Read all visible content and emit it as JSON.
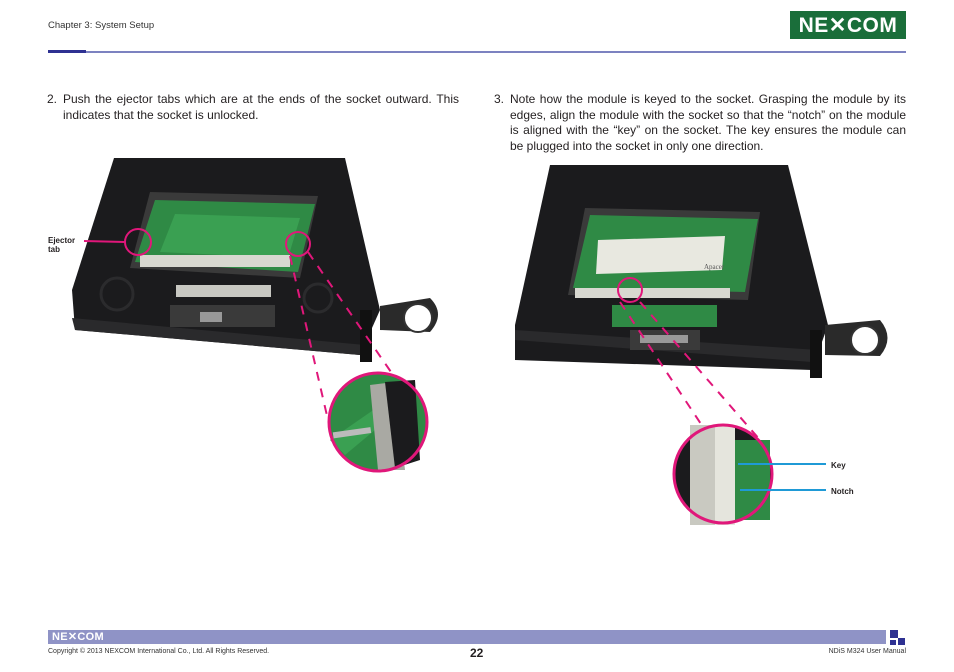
{
  "header": {
    "chapter": "Chapter 3: System Setup",
    "logo_text": "NE✕COM",
    "colors": {
      "rule": "#7c82c0",
      "brand_green": "#1a6e3a",
      "callout": "#e0177a",
      "key_line": "#1f9ad6"
    }
  },
  "steps": [
    {
      "num": "2.",
      "text": "Push the ejector tabs which are at the ends of the socket outward. This indicates that the socket is unlocked."
    },
    {
      "num": "3.",
      "text": "Note how the module is keyed to the socket. Grasping the module by its edges, align the module with the socket so that the “notch” on the module is aligned with the “key” on the socket. The key ensures the module can be plugged into the socket in only one direction."
    }
  ],
  "figure_left": {
    "callout_line1": "Ejector",
    "callout_line2": "tab"
  },
  "figure_right": {
    "module_label": "Apacer",
    "callout_key": "Key",
    "callout_notch": "Notch"
  },
  "footer": {
    "logo_text": "NE✕COM",
    "copyright": "Copyright © 2013 NEXCOM International Co., Ltd. All Rights Reserved.",
    "page_number": "22",
    "manual_title": "NDiS M324 User Manual"
  }
}
